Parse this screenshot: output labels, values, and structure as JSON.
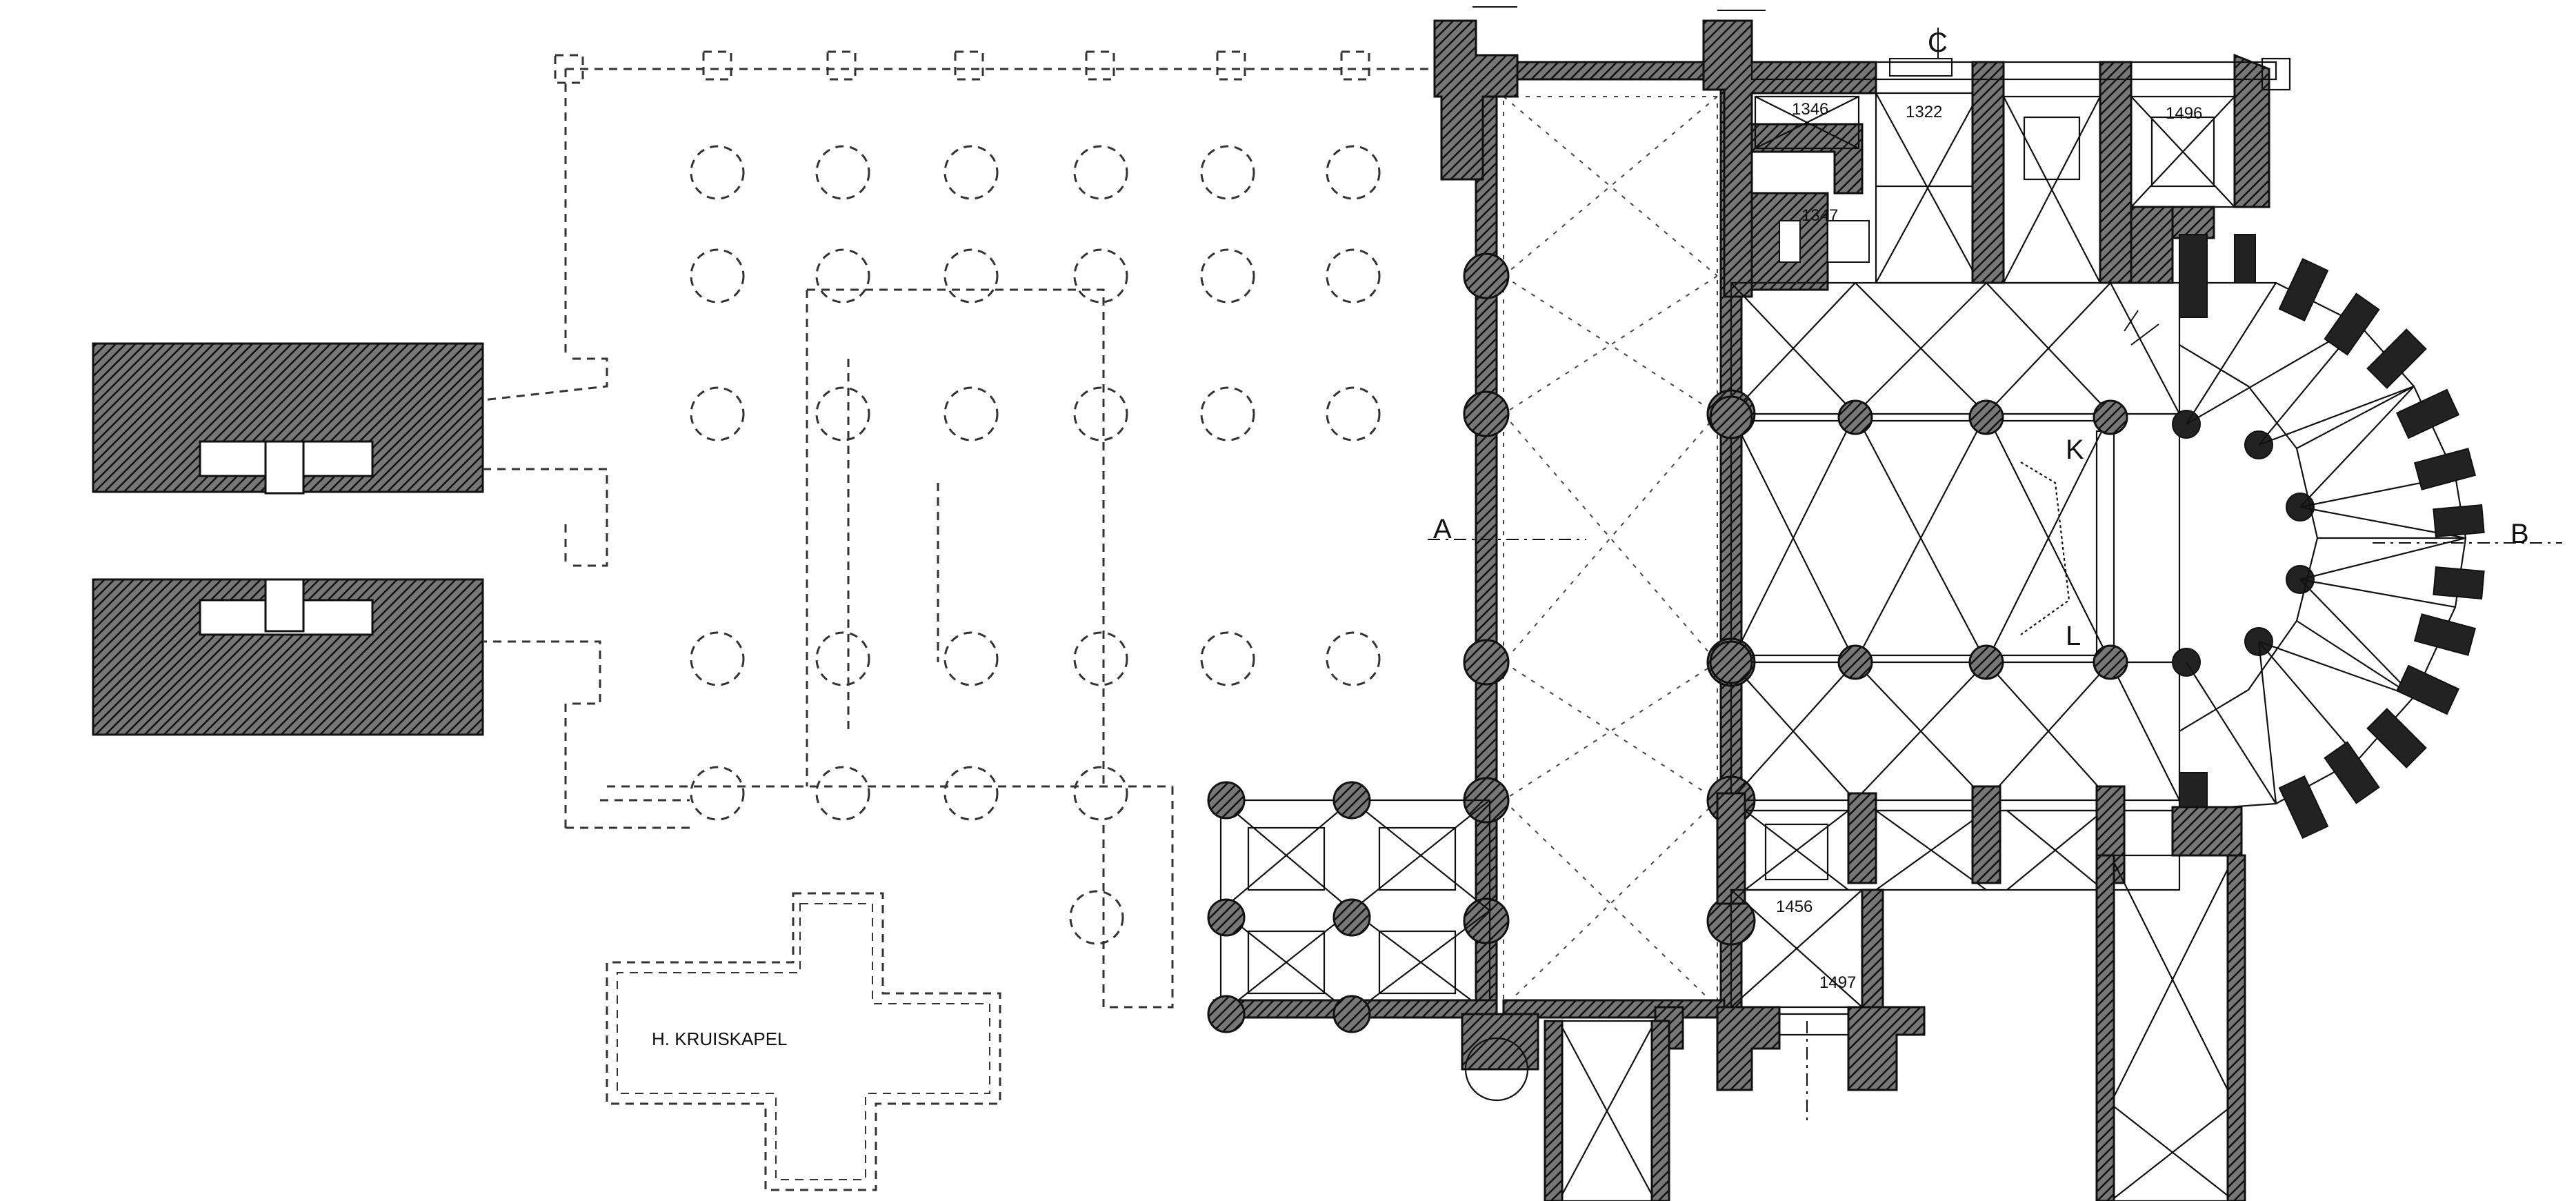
{
  "labels": {
    "chapel": "H. KRUISKAPEL",
    "year_1346": "1346",
    "year_1322": "1322",
    "year_1496": "1496",
    "year_1347": "1347",
    "year_1456": "1456",
    "year_1497": "1497",
    "marker_a": "A",
    "marker_b": "B",
    "marker_c": "C",
    "marker_k": "K",
    "marker_l": "L"
  }
}
